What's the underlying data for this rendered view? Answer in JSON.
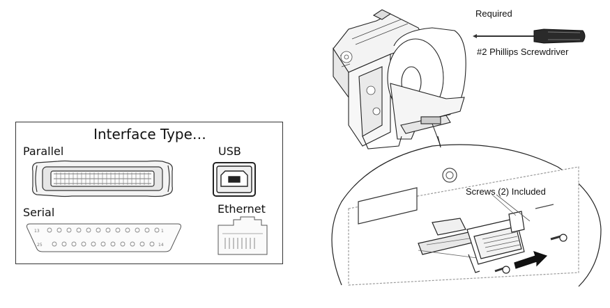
{
  "panel": {
    "title": "Interface Type…",
    "ports": {
      "parallel": "Parallel",
      "usb": "USB",
      "serial": "Serial",
      "ethernet": "Ethernet"
    },
    "serial_pins": {
      "top_start": "13",
      "top_end": "1",
      "bottom_start": "25",
      "bottom_end": "14"
    }
  },
  "diagram": {
    "required_label": "Required",
    "tool_label": "#2 Phillips Screwdriver",
    "screws_label": "Screws (2) Included"
  }
}
